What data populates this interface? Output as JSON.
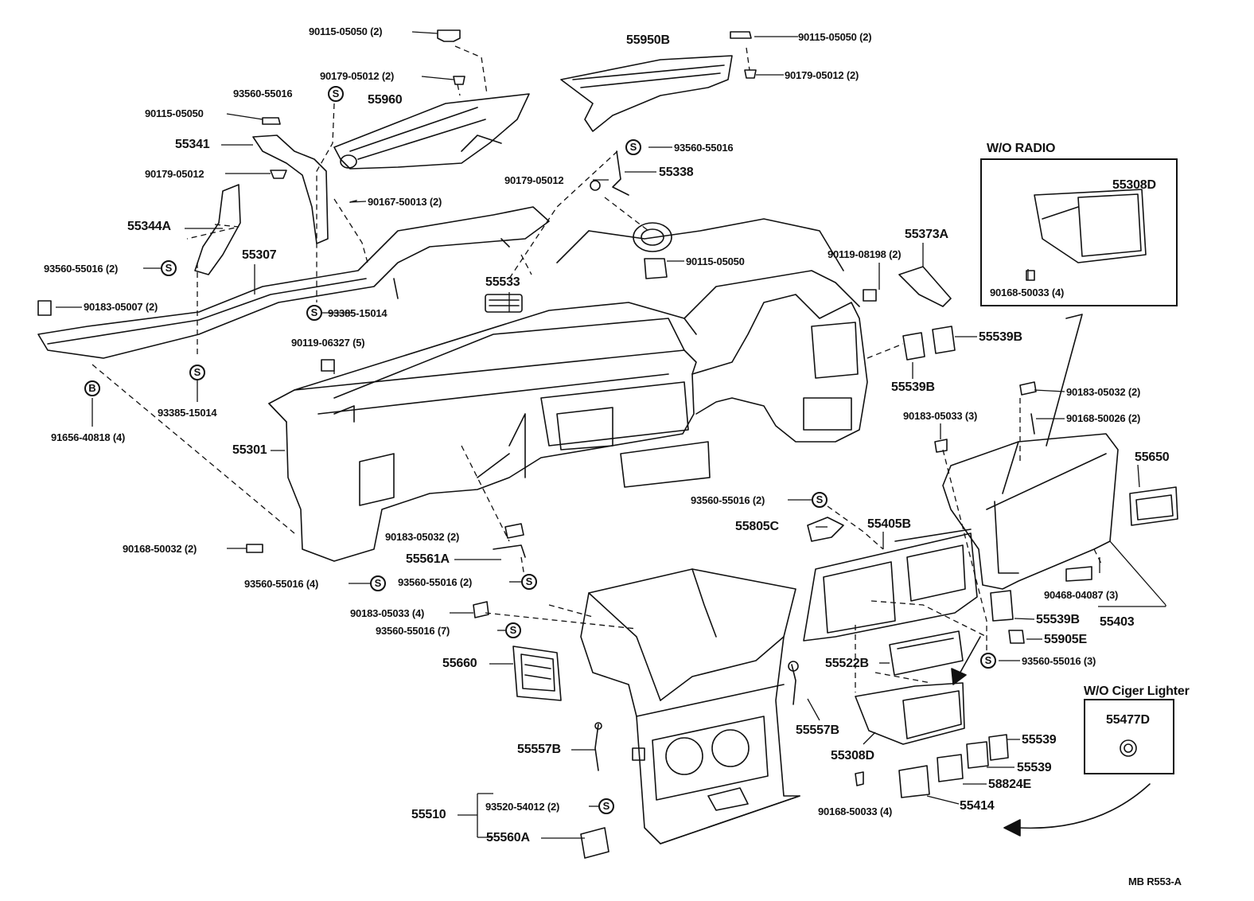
{
  "labels": {
    "p90115_05050_2_a": "90115-05050 (2)",
    "p90179_05012_2_a": "90179-05012 (2)",
    "p93560_55016_a": "93560-55016",
    "p55960": "55960",
    "p90115_05050_a": "90115-05050",
    "p55341": "55341",
    "p90179_05012_a": "90179-05012",
    "p90167_50013_2": "90167-50013 (2)",
    "p55344A": "55344A",
    "p55307": "55307",
    "p93560_55016_2_a": "93560-55016 (2)",
    "p90183_05007_2": "90183-05007 (2)",
    "p93385_15014_a": "93385-15014",
    "p93385_15014_b": "93385-15014",
    "p91656_40818_4": "91656-40818 (4)",
    "p55950B": "55950B",
    "p90115_05050_2_b": "90115-05050 (2)",
    "p90179_05012_2_b": "90179-05012 (2)",
    "p93560_55016_b": "93560-55016",
    "p90179_05012_b": "90179-05012",
    "p55338": "55338",
    "p90115_05050_b": "90115-05050",
    "p55533": "55533",
    "p90119_06327_5": "90119-06327 (5)",
    "p55301": "55301",
    "p90168_50032_2": "90168-50032 (2)",
    "p93560_55016_4": "93560-55016 (4)",
    "p90183_05032_2_a": "90183-05032 (2)",
    "p55561A": "55561A",
    "p93560_55016_2_b": "93560-55016 (2)",
    "p90183_05033_4": "90183-05033 (4)",
    "p93560_55016_7": "93560-55016 (7)",
    "p55660": "55660",
    "p55557B_a": "55557B",
    "p55510": "55510",
    "p93520_54012_2": "93520-54012 (2)",
    "p55560A": "55560A",
    "p90119_08198_2": "90119-08198 (2)",
    "p55373A": "55373A",
    "p55539B_a": "55539B",
    "p55539B_b": "55539B",
    "p90183_05033_3": "90183-05033 (3)",
    "p90183_05032_2_b": "90183-05032 (2)",
    "p90168_50026_2": "90168-50026 (2)",
    "p55650": "55650",
    "p93560_55016_2_c": "93560-55016 (2)",
    "p55805C": "55805C",
    "p55405B": "55405B",
    "p90468_04087_3": "90468-04087 (3)",
    "p55539B_c": "55539B",
    "p55403": "55403",
    "p55905E": "55905E",
    "p55522B": "55522B",
    "p93560_55016_3": "93560-55016 (3)",
    "p55557B_b": "55557B",
    "p55308D_a": "55308D",
    "p55539_a": "55539",
    "p55539_b": "55539",
    "p58824E": "58824E",
    "p90168_50033_4_a": "90168-50033 (4)",
    "p55414": "55414",
    "p55308D_b": "55308D",
    "p90168_50033_4_b": "90168-50033 (4)",
    "p55477D": "55477D"
  },
  "headers": {
    "wo_radio": "W/O RADIO",
    "wo_lighter": "W/O Ciger Lighter"
  },
  "symbols": {
    "s": "S",
    "b": "B"
  },
  "footer": {
    "code": "MB  R553-A"
  }
}
